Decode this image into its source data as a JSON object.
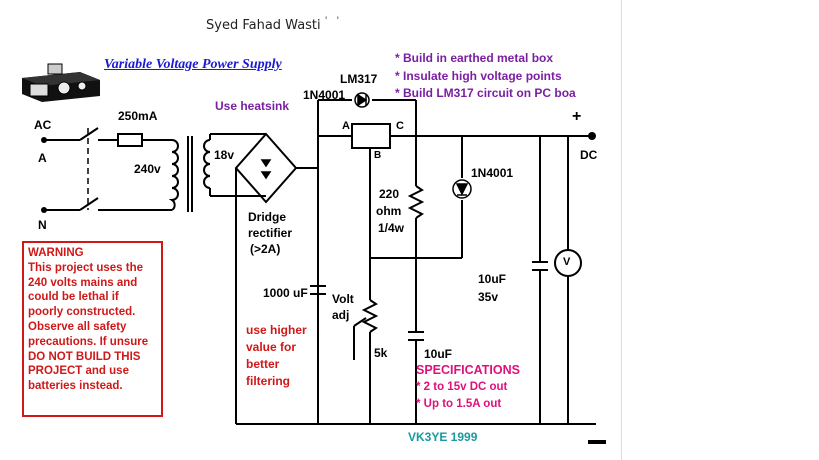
{
  "author": "Syed Fahad Wasti",
  "author_marks": "' '",
  "title": "Variable Voltage Power Supply",
  "notes": [
    "* Build in earthed metal box",
    "* Insulate high voltage points",
    "* Build LM317 circuit on PC boa"
  ],
  "labels": {
    "ac": "AC",
    "a": "A",
    "n": "N",
    "fuse": "250mA",
    "transformer_primary": "240v",
    "transformer_secondary": "18v",
    "bridge_line1": "Dridge",
    "bridge_line2": "rectifier",
    "bridge_line3": "(>2A)",
    "heatsink": "Use heatsink",
    "protect_diode": "1N4001",
    "regulator": "LM317",
    "reg_a": "A",
    "reg_c": "C",
    "reg_b": "B",
    "r220_line1": "220",
    "r220_line2": "ohm",
    "r220_line3": "1/4w",
    "led_diode": "1N4001",
    "cap_main": "1000 uF",
    "volt_adj_line1": "Volt",
    "volt_adj_line2": "adj",
    "pot": "5k",
    "cap_adj": "10uF",
    "cap_out_line1": "10uF",
    "cap_out_line2": "35v",
    "plus": "+",
    "dc": "DC",
    "voltmeter": "V"
  },
  "filter_note": [
    "use higher",
    "value for",
    "better",
    "filtering"
  ],
  "warning": [
    "WARNING",
    "This project uses the",
    "240 volts mains and",
    "could be lethal if",
    "poorly constructed.",
    "Observe all safety",
    "precautions. If unsure",
    "DO NOT BUILD THIS",
    "PROJECT and use",
    "batteries instead."
  ],
  "specs": {
    "heading": "SPECIFICATIONS",
    "lines": [
      "* 2 to 15v DC out",
      "* Up to 1.5A out"
    ]
  },
  "credit": "VK3YE  1999",
  "colors": {
    "title": "#1a1ad0",
    "notes": "#7b1fa2",
    "warning": "#d01818",
    "specs": "#e0107a",
    "credit": "#1a9aa0"
  }
}
